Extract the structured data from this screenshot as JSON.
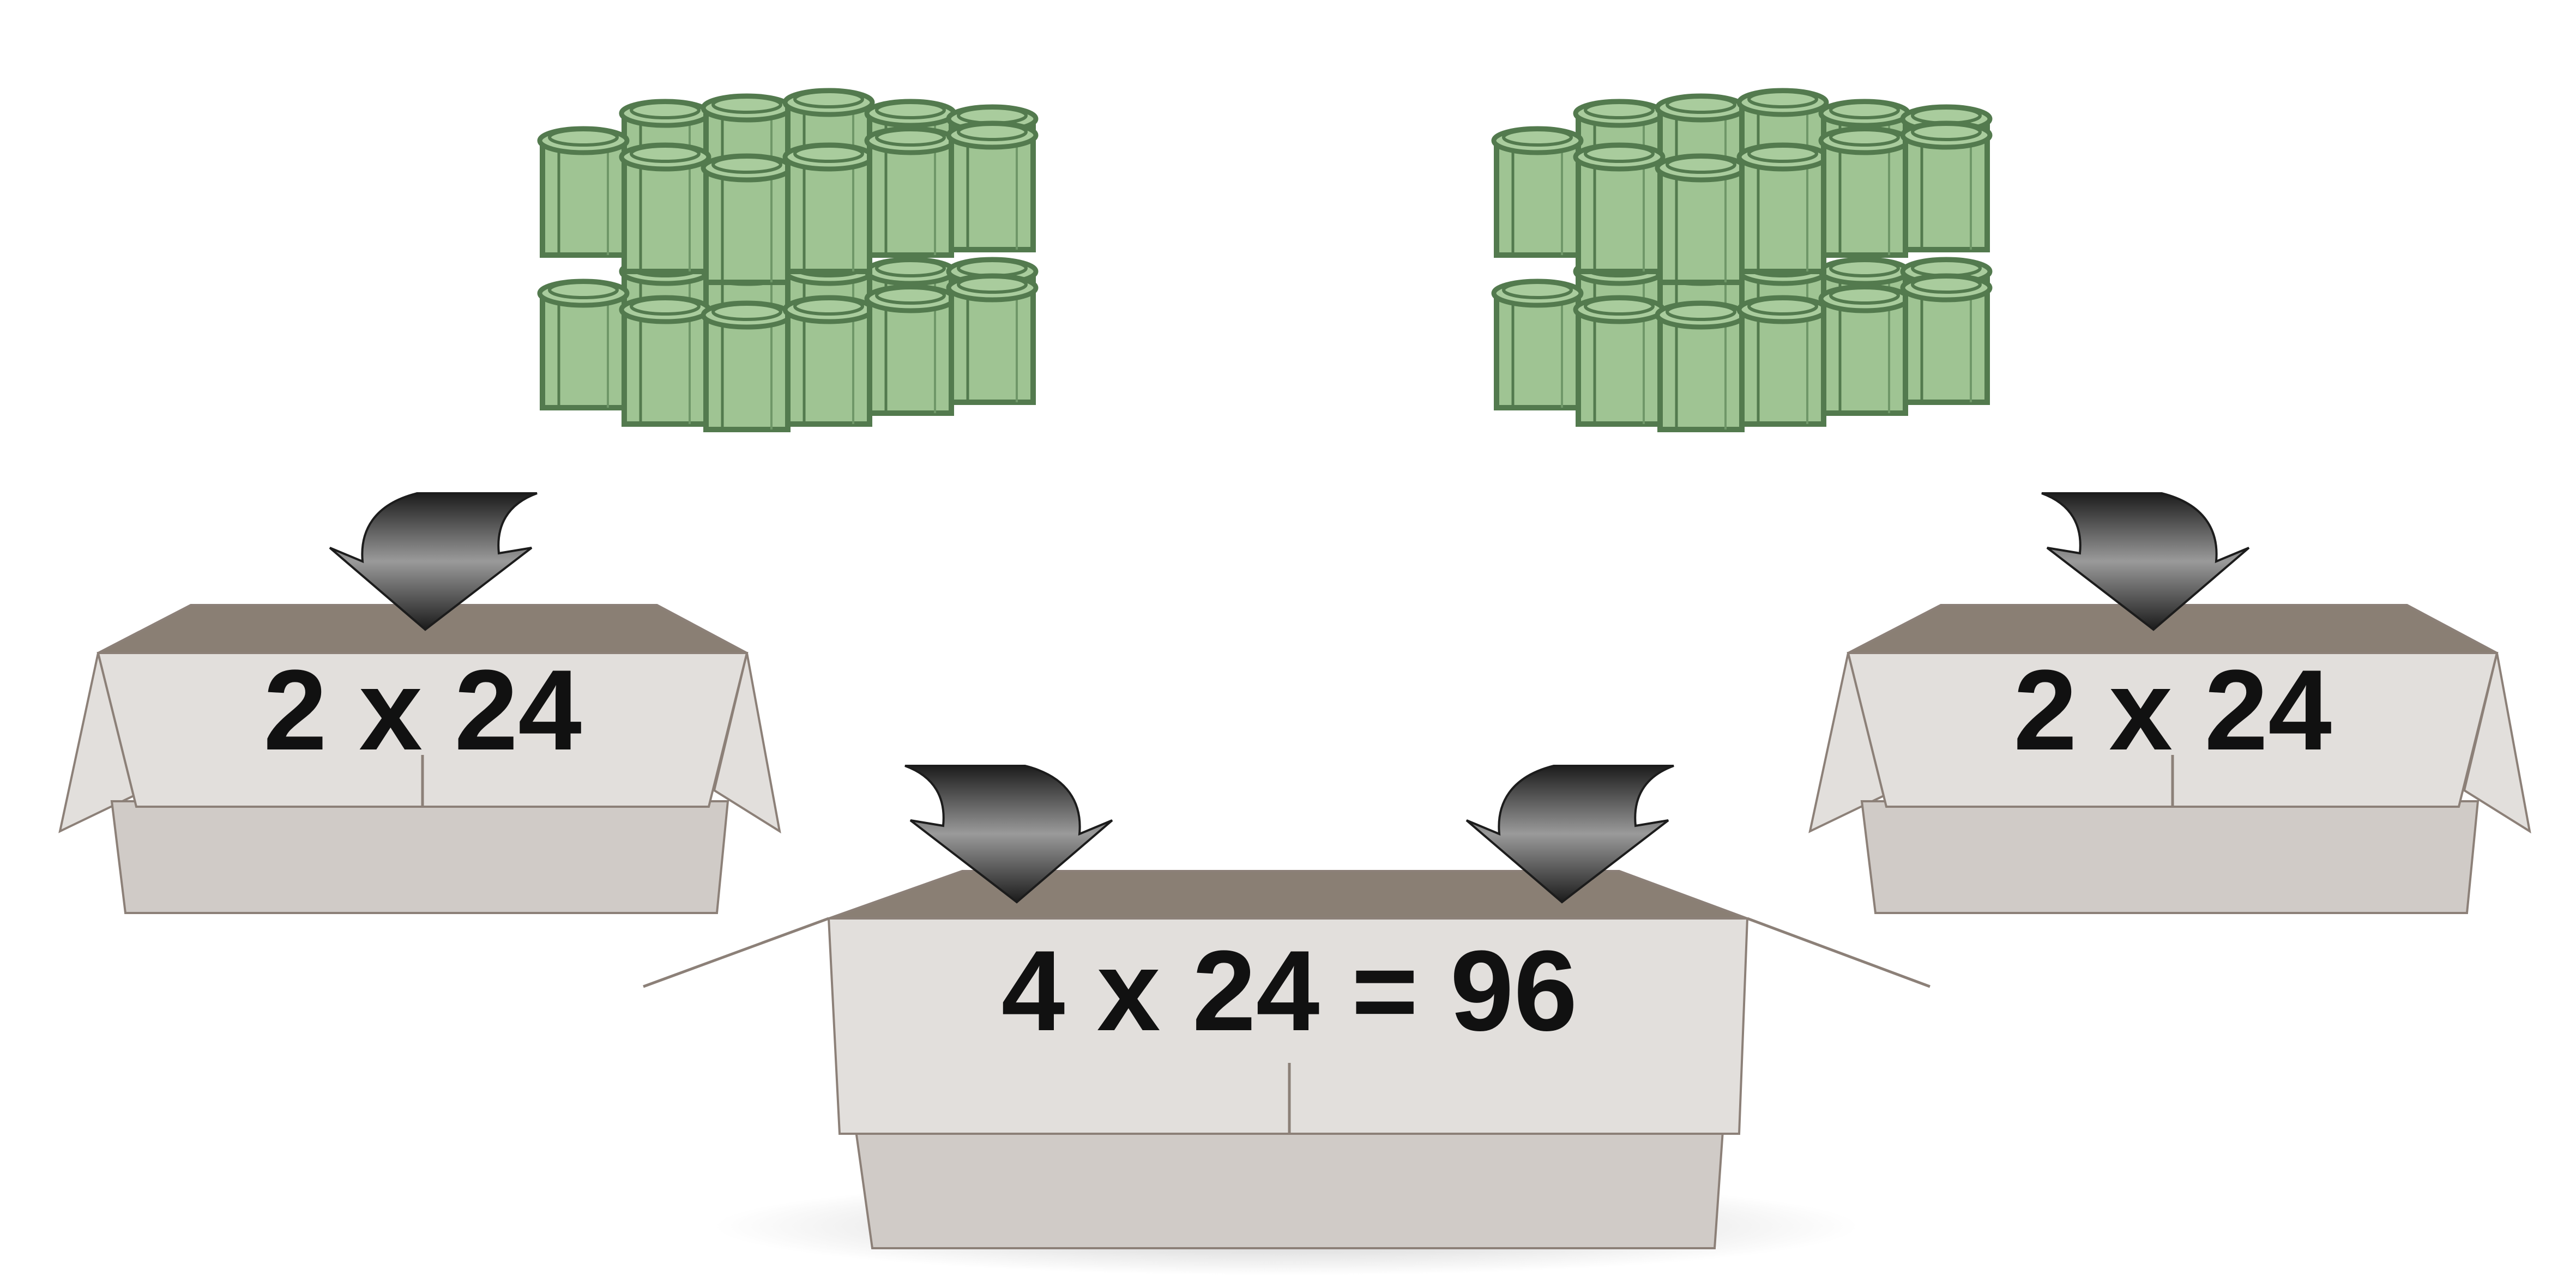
{
  "boxes": {
    "left": {
      "label": "2 x 24"
    },
    "right": {
      "label": "2 x 24"
    },
    "center": {
      "label": "4 x 24 = 96"
    }
  },
  "colors": {
    "jar_fill": "#9fc493",
    "jar_stroke": "#537a4e",
    "box_front": "#e2dfdc",
    "box_bottom": "#d0cbc7",
    "box_inside": "#8a7f74",
    "box_stroke": "#8c8078",
    "arrow_dark": "#2b2b2b",
    "text": "#111111"
  },
  "icons": {
    "pack": "glass-jar-pack-icon",
    "arrow": "curved-down-arrow-icon"
  }
}
